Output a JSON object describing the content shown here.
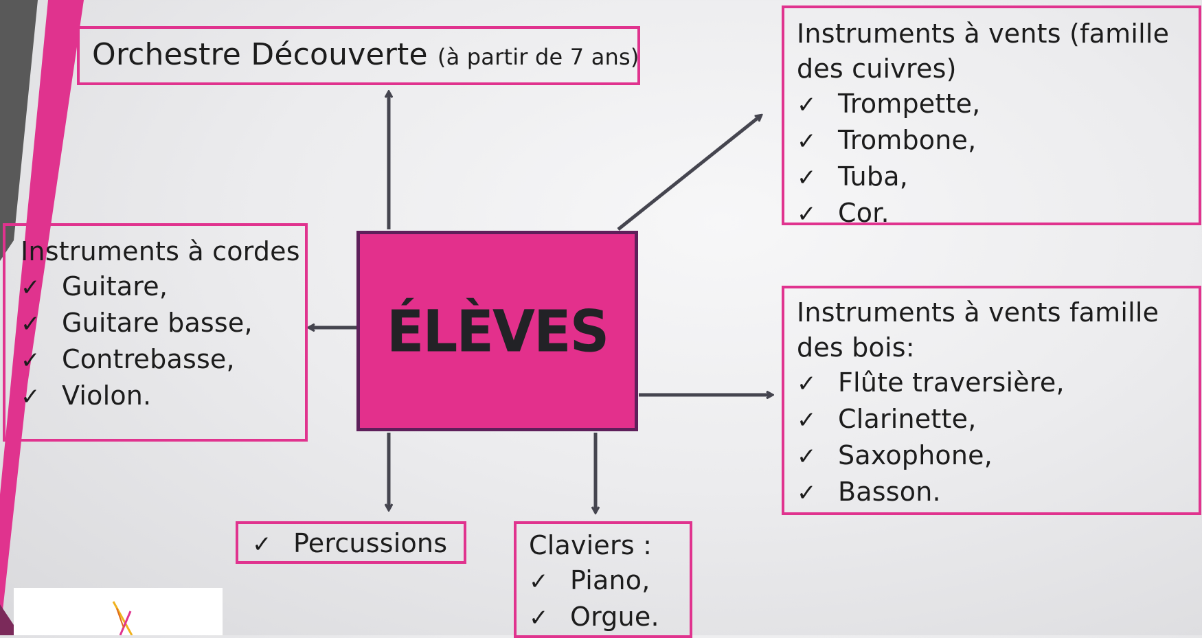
{
  "center": {
    "label": "ÉLÈVES"
  },
  "orchestre": {
    "title": "Orchestre Découverte",
    "subtitle": "(à partir de 7 ans)"
  },
  "cuivres": {
    "title": "Instruments à vents (famille des cuivres)",
    "items": [
      "Trompette,",
      "Trombone,",
      "Tuba,",
      "Cor."
    ]
  },
  "cordes": {
    "title": "Instruments à cordes",
    "items": [
      "Guitare,",
      "Guitare basse,",
      "Contrebasse,",
      "Violon."
    ]
  },
  "bois": {
    "title": "Instruments à vents famille des bois:",
    "items": [
      "Flûte traversière,",
      "Clarinette,",
      "Saxophone,",
      "Basson."
    ]
  },
  "percussions": {
    "items": [
      "Percussions"
    ]
  },
  "claviers": {
    "title": "Claviers :",
    "items": [
      "Piano,",
      "Orgue."
    ]
  },
  "check_mark": "✓",
  "colors": {
    "accent": "#e0338e",
    "center_fill": "#e3308c",
    "center_border": "#5e1f5a",
    "arrow": "#45454f",
    "deco_gray": "#595959"
  }
}
